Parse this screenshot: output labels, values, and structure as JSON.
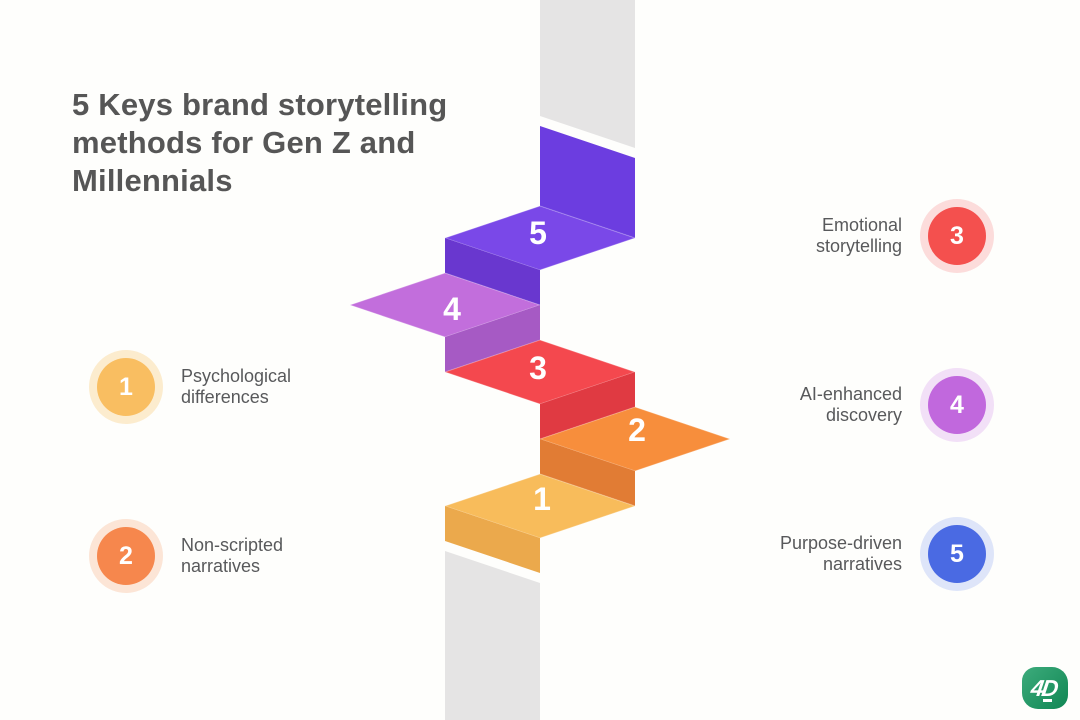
{
  "title": {
    "lines": [
      "5 Keys brand storytelling",
      "methods for Gen Z and",
      "Millennials"
    ],
    "color": "#565656"
  },
  "diagram": {
    "bar_color": "#E5E4E4",
    "steps": [
      {
        "number": "1",
        "top_color": "#F8BC5B",
        "side_color": "#EBA94C"
      },
      {
        "number": "2",
        "top_color": "#F78E3C",
        "side_color": "#E17C34"
      },
      {
        "number": "3",
        "top_color": "#F4484E",
        "side_color": "#E03A42"
      },
      {
        "number": "4",
        "top_color": "#C26EDC",
        "side_color": "#A65AC4"
      },
      {
        "number": "5",
        "top_color": "#7A48E8",
        "side_color": "#6937CF",
        "rear_color": "#6C3DE0"
      }
    ]
  },
  "legend": {
    "left": [
      {
        "number": "1",
        "label": [
          "Psychological",
          "differences"
        ],
        "color": "#F9BE61",
        "halo": "#FCECCE"
      },
      {
        "number": "2",
        "label": [
          "Non-scripted",
          "narratives"
        ],
        "color": "#F6874D",
        "halo": "#FCE5D6"
      }
    ],
    "right": [
      {
        "number": "3",
        "label": [
          "Emotional",
          "storytelling"
        ],
        "color": "#F4504E",
        "halo": "#FCDCDB"
      },
      {
        "number": "4",
        "label": [
          "AI-enhanced",
          "discovery"
        ],
        "color": "#C168DD",
        "halo": "#F2E0F7"
      },
      {
        "number": "5",
        "label": [
          "Purpose-driven",
          "narratives"
        ],
        "color": "#4A6AE3",
        "halo": "#DEE5F9"
      }
    ]
  },
  "logo": {
    "text": "4D",
    "color": "#12995F"
  }
}
